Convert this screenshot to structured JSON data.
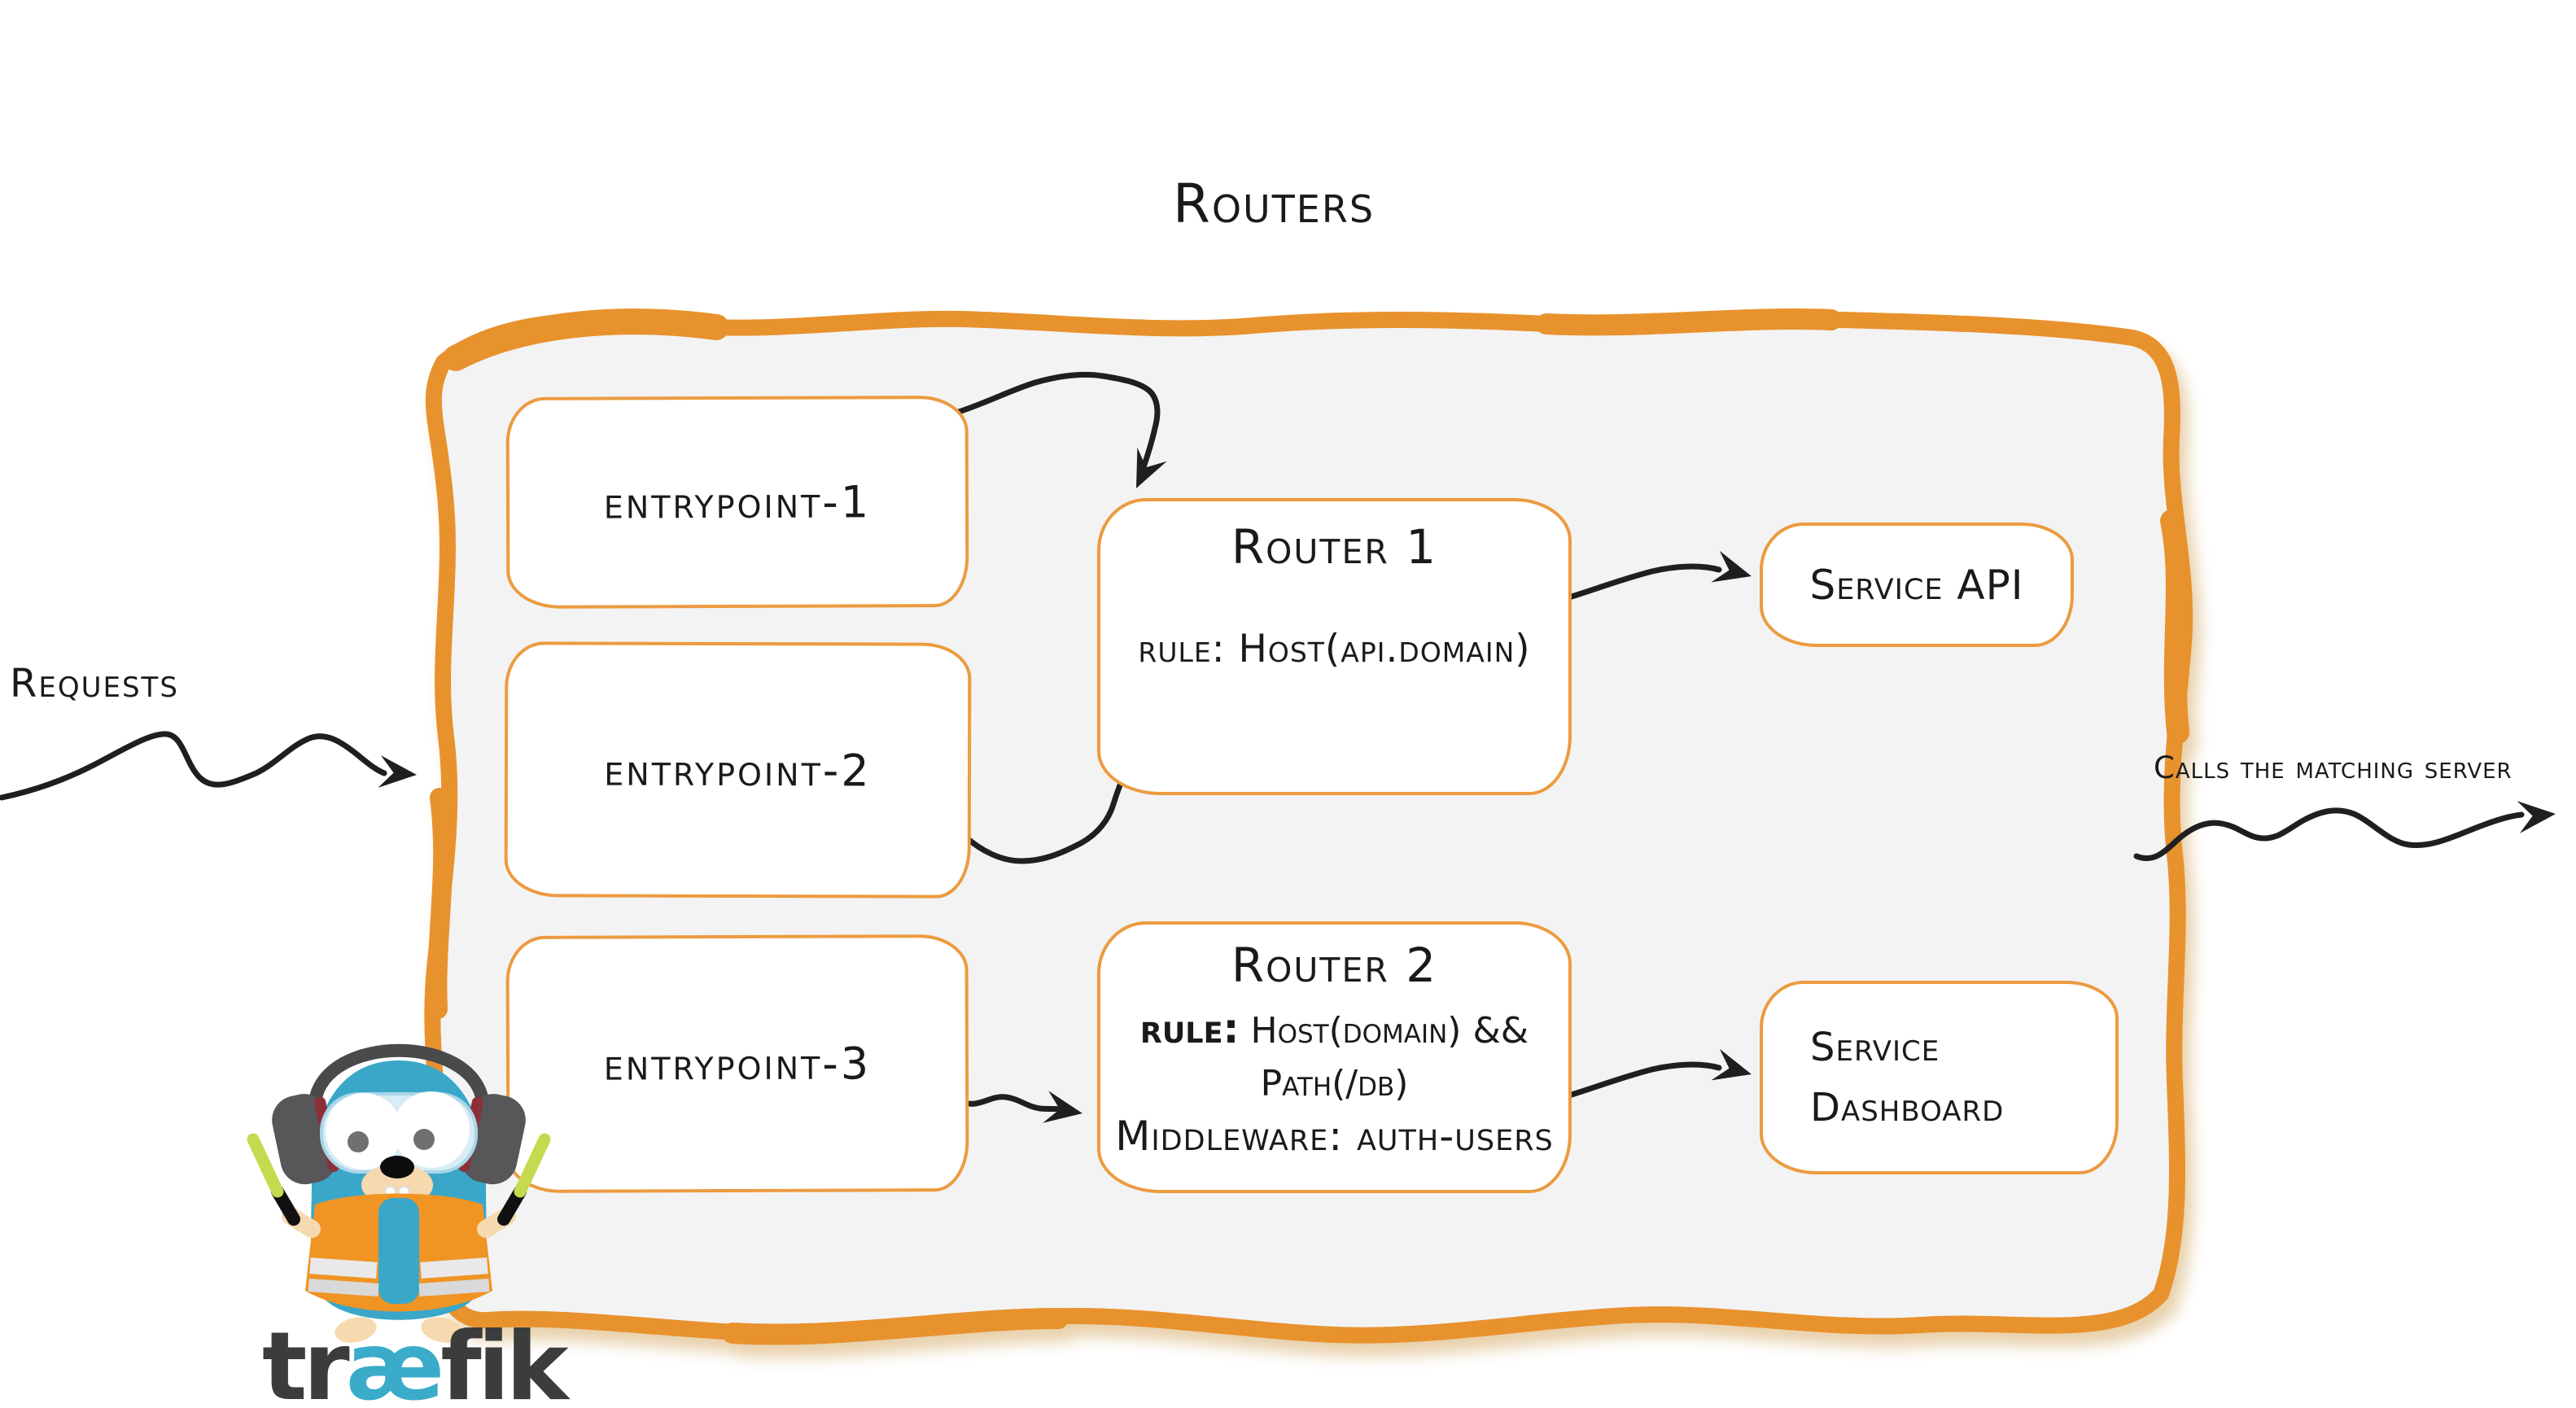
{
  "diagram": {
    "title": "Routers",
    "requests_label": "Requests",
    "output_label": "Calls the matching server",
    "entrypoints": [
      {
        "label": "entrypoint-1"
      },
      {
        "label": "entrypoint-2"
      },
      {
        "label": "entrypoint-3"
      }
    ],
    "routers": [
      {
        "title": "Router 1",
        "rule": "rule: Host(api.domain)"
      },
      {
        "title": "Router 2",
        "rule_label": "rule:",
        "rule_value": "Host(domain) && Path(/db)",
        "middleware": "Middleware: auth-users"
      }
    ],
    "services": [
      {
        "label": "Service API"
      },
      {
        "line1": "Service",
        "line2": "Dashboard"
      }
    ],
    "logo": {
      "prefix": "tr",
      "ligature": "æ",
      "suffix": "fik"
    },
    "colors": {
      "frame_orange": "#e8922e",
      "box_border_orange": "#ec9b40",
      "frame_fill_gray": "#f3f3f4",
      "ink_black": "#1f1f1f",
      "brand_teal": "#3aabc9",
      "brand_dark": "#3c3c3c",
      "vest_orange": "#f09423",
      "wand_green": "#c5da4e"
    }
  }
}
